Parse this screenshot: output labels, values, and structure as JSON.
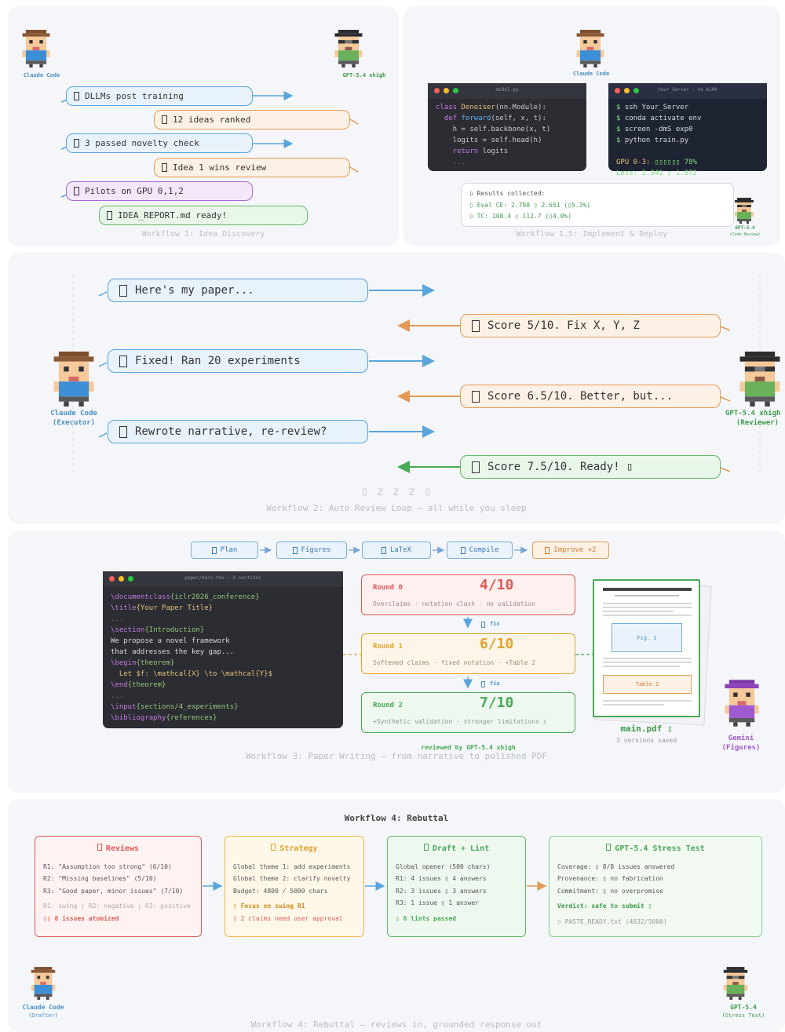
{
  "wf1": {
    "caption": "Workflow 1: Idea Discovery",
    "left_agent": "Claude Code",
    "right_agent": "GPT-5.4 xhigh",
    "bubbles": [
      {
        "text": "DLLMs post training",
        "color": "blue"
      },
      {
        "text": "12 ideas ranked",
        "color": "orange"
      },
      {
        "text": "3 passed novelty check",
        "color": "blue"
      },
      {
        "text": "Idea 1 wins review",
        "color": "orange"
      },
      {
        "text": "Pilots on GPU 0,1,2",
        "color": "purple"
      },
      {
        "text": "IDEA_REPORT.md ready!",
        "color": "green"
      }
    ]
  },
  "wf15": {
    "caption": "Workflow 1.5: Implement & Deploy",
    "agent": "Claude Code",
    "reviewer_name": "GPT-5.4",
    "reviewer_role": "(Code Review)",
    "editor": {
      "title": "model.py",
      "lines": [
        {
          "parts": [
            [
              "class ",
              "#c678dd"
            ],
            [
              "Denoiser",
              "#e5c07b"
            ],
            [
              "(nn.Module):",
              "#c9ccd1"
            ]
          ]
        },
        {
          "parts": [
            [
              "  def ",
              "#c678dd"
            ],
            [
              "forward",
              "#61afef"
            ],
            [
              "(self, x, t):",
              "#c9ccd1"
            ]
          ]
        },
        {
          "parts": [
            [
              "    h = self.backbone(x, t)",
              "#c9ccd1"
            ]
          ]
        },
        {
          "parts": [
            [
              "    logits = self.head(h)",
              "#c9ccd1"
            ]
          ]
        },
        {
          "parts": [
            [
              "    return ",
              "#c678dd"
            ],
            [
              "logits",
              "#c9ccd1"
            ]
          ]
        },
        {
          "parts": [
            [
              "    ...",
              "#6b7280"
            ]
          ]
        }
      ]
    },
    "terminal": {
      "title": "Your_Server — 4x A100",
      "lines": [
        {
          "parts": [
            [
              "$ ",
              "#7ee07e"
            ],
            [
              "ssh Your_Server",
              "#d8dadf"
            ]
          ]
        },
        {
          "parts": [
            [
              "$ ",
              "#7ee07e"
            ],
            [
              "conda activate env",
              "#d8dadf"
            ]
          ]
        },
        {
          "parts": [
            [
              "$ ",
              "#7ee07e"
            ],
            [
              "screen -dmS exp0",
              "#d8dadf"
            ]
          ]
        },
        {
          "parts": [
            [
              "$ ",
              "#7ee07e"
            ],
            [
              "python train.py",
              "#d8dadf"
            ]
          ]
        },
        {
          "parts": [
            [
              "",
              "#d8dadf"
            ]
          ]
        },
        {
          "parts": [
            [
              "GPU 0-3: ",
              "#e5c07b"
            ],
            [
              "▯▯▯▯▯▯ 78%",
              "#7ee07e"
            ]
          ]
        },
        {
          "parts": [
            [
              "Loss: 2.341 ▯ 1.872",
              "#7ee07e"
            ]
          ]
        }
      ]
    },
    "results": [
      "▯ Results collected:",
      "▯ Eval CE: 2.798 ▯ 2.651 (▯5.3%)",
      "▯ TC: 108.4 ▯ 112.7 (▯4.0%)"
    ]
  },
  "wf2": {
    "caption": "Workflow 2: Auto Review Loop — all while you sleep",
    "zzz": "▯ z z z ▯",
    "left_name": "Claude Code",
    "left_role": "(Executor)",
    "right_name": "GPT-5.4 xhigh",
    "right_role": "(Reviewer)",
    "bubbles": [
      {
        "text": "Here's my paper...",
        "color": "blue"
      },
      {
        "text": "Score 5/10. Fix X, Y, Z",
        "color": "orange"
      },
      {
        "text": "Fixed! Ran 20 experiments",
        "color": "blue"
      },
      {
        "text": "Score 6.5/10. Better, but...",
        "color": "orange"
      },
      {
        "text": "Rewrote narrative, re-review?",
        "color": "blue"
      },
      {
        "text": "Score 7.5/10. Ready! ▯",
        "color": "green"
      }
    ]
  },
  "wf3": {
    "caption": "Workflow 3: Paper Writing — from narrative to polished PDF",
    "steps": [
      "Plan",
      "Figures",
      "LaTeX",
      "Compile",
      "Improve ×2"
    ],
    "editor": {
      "title": "paper/main.tex — 8 sections",
      "lines": [
        {
          "parts": [
            [
              "\\documentclass",
              "#c678dd"
            ],
            [
              "{iclr2026_conference}",
              "#98c379"
            ]
          ]
        },
        {
          "parts": [
            [
              "\\title",
              "#c678dd"
            ],
            [
              "{Your Paper Title}",
              "#e5c07b"
            ]
          ]
        },
        {
          "parts": [
            [
              "...",
              "#6b7280"
            ]
          ]
        },
        {
          "parts": [
            [
              "\\section",
              "#c678dd"
            ],
            [
              "{Introduction}",
              "#98c379"
            ]
          ]
        },
        {
          "parts": [
            [
              "We propose a novel framework",
              "#d8dadf"
            ]
          ]
        },
        {
          "parts": [
            [
              "that addresses the key gap...",
              "#d8dadf"
            ]
          ]
        },
        {
          "parts": [
            [
              "\\begin",
              "#c678dd"
            ],
            [
              "{theorem}",
              "#98c379"
            ]
          ]
        },
        {
          "parts": [
            [
              "  Let $f: \\mathcal{X} \\to \\mathcal{Y}$",
              "#e5c07b"
            ]
          ]
        },
        {
          "parts": [
            [
              "\\end",
              "#c678dd"
            ],
            [
              "{theorem}",
              "#98c379"
            ]
          ]
        },
        {
          "parts": [
            [
              "...",
              "#6b7280"
            ]
          ]
        },
        {
          "parts": [
            [
              "\\input",
              "#c678dd"
            ],
            [
              "{sections/4_experiments}",
              "#98c379"
            ]
          ]
        },
        {
          "parts": [
            [
              "\\bibliography",
              "#c678dd"
            ],
            [
              "{references}",
              "#98c379"
            ]
          ]
        }
      ]
    },
    "rounds": [
      {
        "label": "Round 0",
        "score": "4/10",
        "notes": "Overclaims · notation clash · no validation",
        "color": "#de5a55",
        "bg": "#fdf0ef"
      },
      {
        "label": "Round 1",
        "score": "6/10",
        "notes": "Softened claims · fixed notation · +Table 2",
        "color": "#e1a12c",
        "bg": "#fdf6e8"
      },
      {
        "label": "Round 2",
        "score": "7/10",
        "notes": "+Synthetic validation · stronger limitations ▯",
        "color": "#4aa957",
        "bg": "#eef8ef"
      }
    ],
    "fix_label": "fix",
    "reviewed_by": "reviewed by GPT-5.4 xhigh",
    "pdf_fig": "Fig. 1",
    "pdf_table": "Table 2",
    "pdf_name": "main.pdf ▯",
    "pdf_versions": "3 versions saved",
    "figure_agent": "Gemini",
    "figure_role": "(Figures)"
  },
  "wf4": {
    "title": "Workflow 4: Rebuttal",
    "caption": "Workflow 4: Rebuttal — reviews in, grounded response out",
    "left_name": "Claude Code",
    "left_role": "(Drafter)",
    "right_name": "GPT-5.4",
    "right_role": "(Stress Test)",
    "reviews": {
      "title": "Reviews",
      "lines": [
        "R1: \"Assumption too strong\" (6/10)",
        "R2: \"Missing baselines\" (5/10)",
        "R3: \"Good paper, minor issues\" (7/10)"
      ],
      "sub": "R1: swing | R2: negative | R3: positive",
      "foot": "▯▯ 8 issues atomized"
    },
    "strategy": {
      "title": "Strategy",
      "lines": [
        "Global theme 1: add experiments",
        "Global theme 2: clarify novelty",
        "Budget: 4800 / 5000 chars"
      ],
      "focus": "▯ Focus on swing R1",
      "foot": "▯ 2 claims need user approval"
    },
    "draft": {
      "title": "Draft + Lint",
      "lines": [
        "Global opener (500 chars)",
        "R1: 4 issues ▯ 4 answers",
        "R2: 3 issues ▯ 3 answers",
        "R3: 1 issue ▯ 1 answer"
      ],
      "foot": "▯ 6 lints passed"
    },
    "stress": {
      "title": "GPT-5.4 Stress Test",
      "lines": [
        "Coverage: ▯ 8/8 issues answered",
        "Provenance: ▯ no fabrication",
        "Commitment: ▯ no overpromise"
      ],
      "verdict": "Verdict: safe to submit ▯",
      "foot": "▯ PASTE_READY.txt (4832/5000)"
    }
  },
  "colors": {
    "blue": "#5aa5dc",
    "orange": "#e39a58",
    "green": "#4aa957",
    "purple": "#a56ad6",
    "claude_label": "#4a90c8",
    "gpt_label": "#3f9a4a"
  }
}
